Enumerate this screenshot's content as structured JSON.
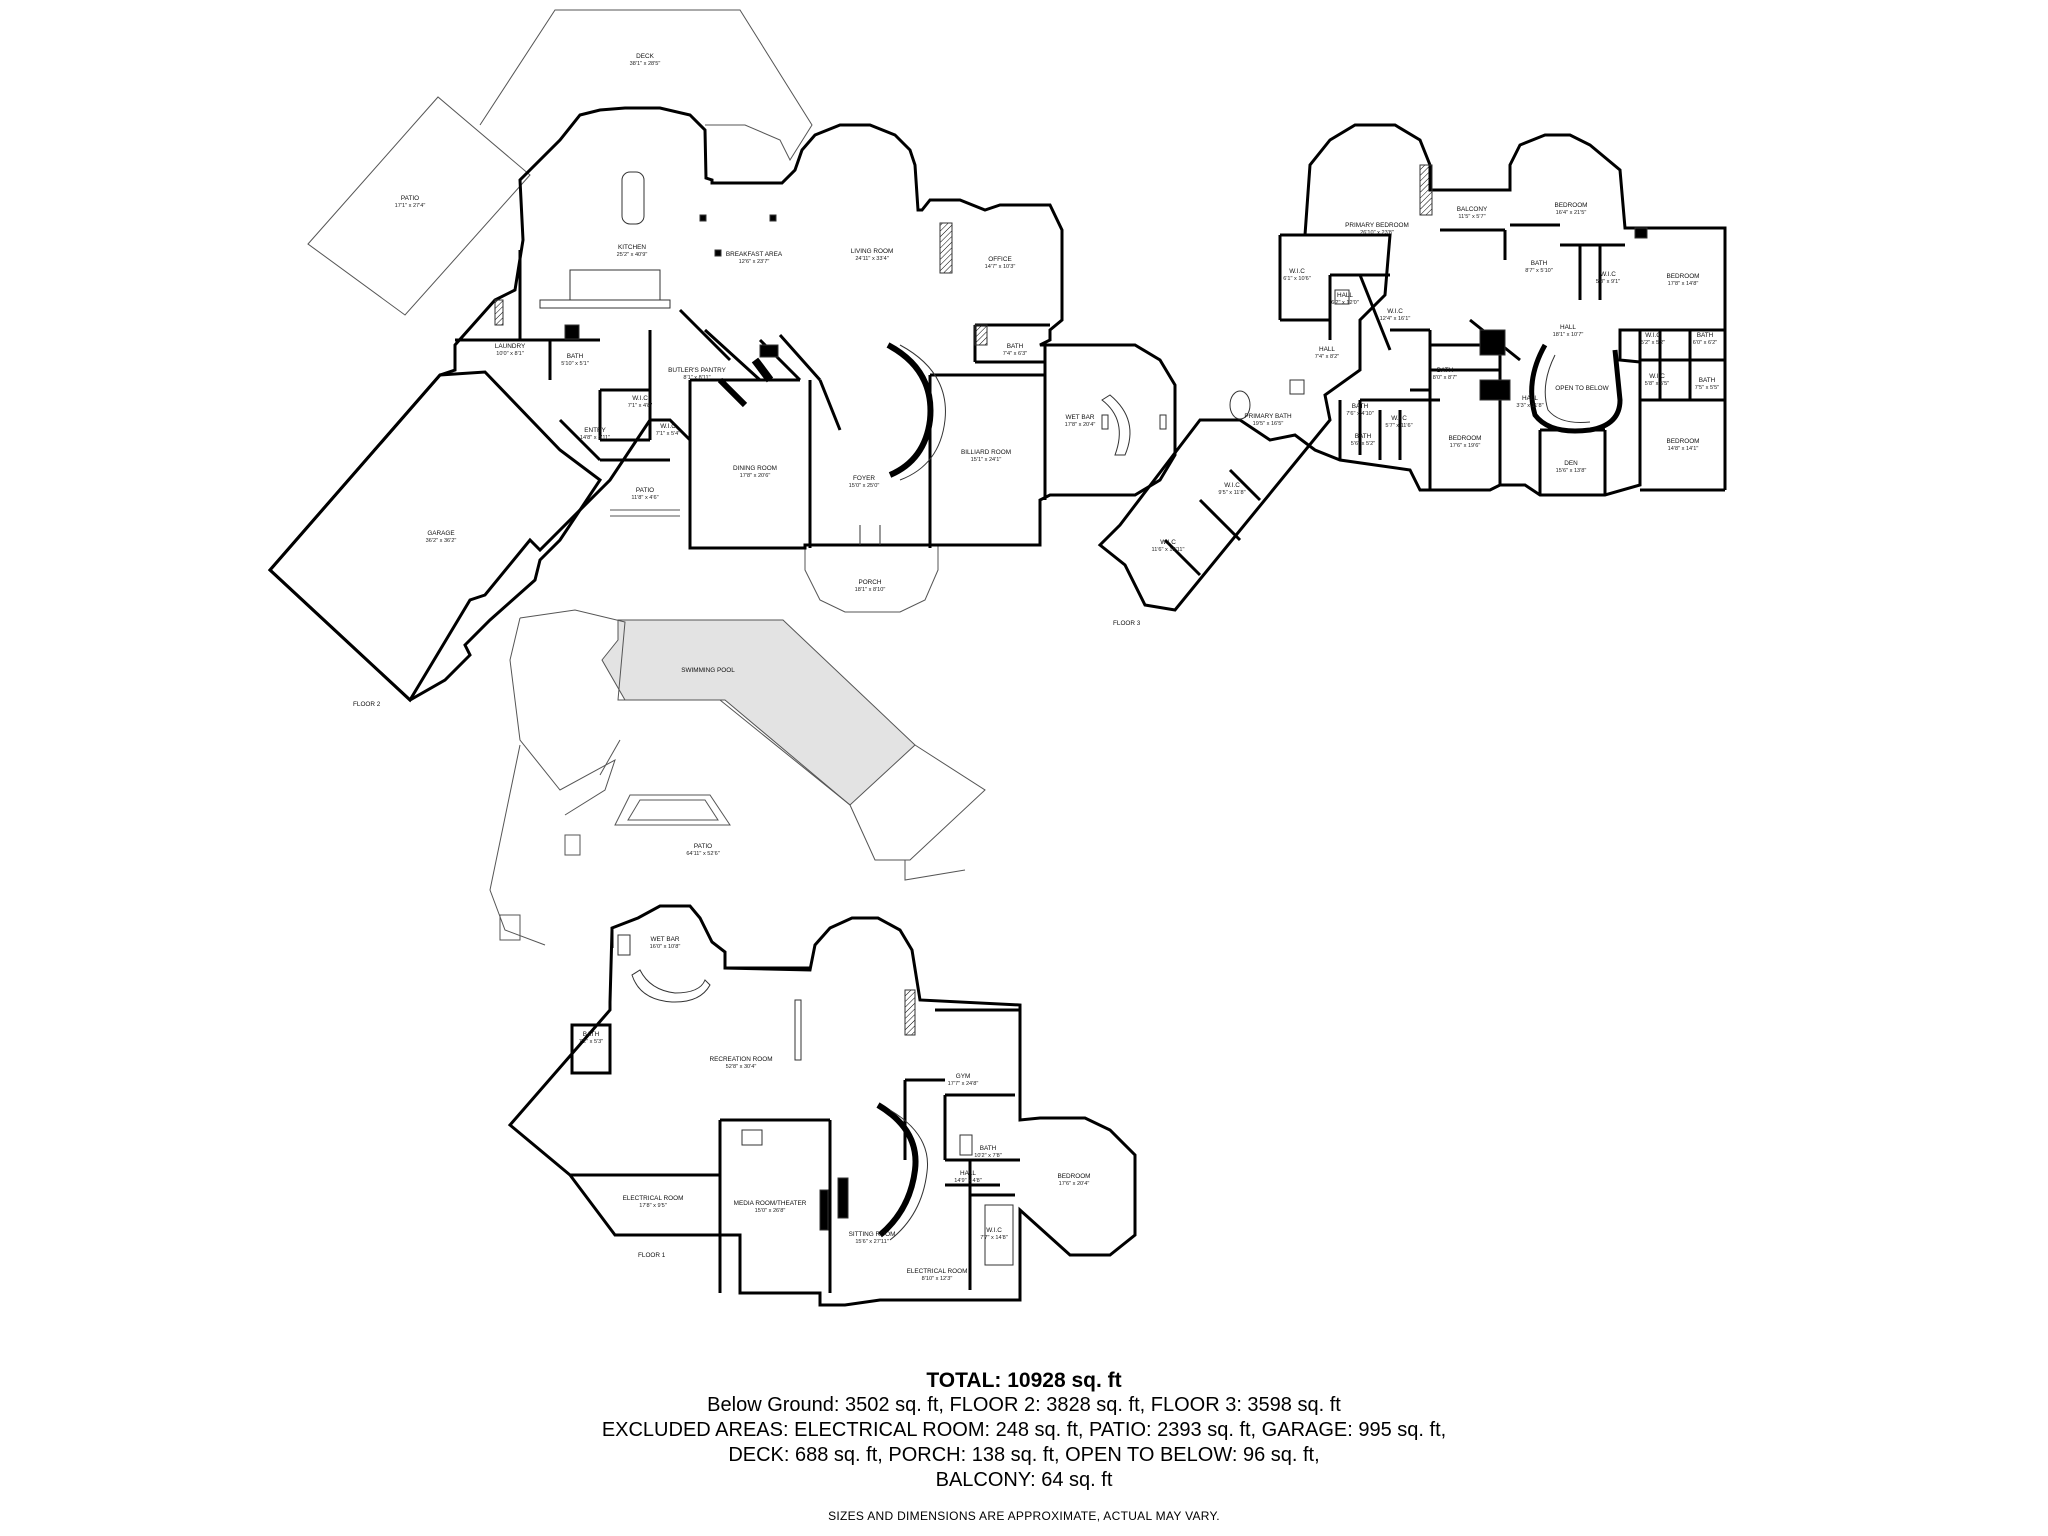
{
  "rooms": [
    {
      "name": "DECK",
      "dims": "38'1\" x 28'5\""
    },
    {
      "name": "PATIO",
      "dims": "17'1\" x 27'4\""
    },
    {
      "name": "KITCHEN",
      "dims": "25'2\" x 40'9\""
    },
    {
      "name": "BREAKFAST AREA",
      "dims": "12'6\" x 23'7\""
    },
    {
      "name": "LIVING ROOM",
      "dims": "24'11\" x 33'4\""
    },
    {
      "name": "OFFICE",
      "dims": "14'7\" x 10'3\""
    },
    {
      "name": "BATH",
      "dims": "7'4\" x 6'3\""
    },
    {
      "name": "WET BAR",
      "dims": "17'8\" x 20'4\""
    },
    {
      "name": "LAUNDRY",
      "dims": "10'0\" x 8'1\""
    },
    {
      "name": "BATH",
      "dims": "5'10\" x 5'1\""
    },
    {
      "name": "BUTLER'S PANTRY",
      "dims": "8'1\" x 8'11\""
    },
    {
      "name": "W.I.C",
      "dims": "7'1\" x 4'8\""
    },
    {
      "name": "W.I.C",
      "dims": "7'1\" x 5'4\""
    },
    {
      "name": "ENTRY",
      "dims": "14'8\" x 8'11\""
    },
    {
      "name": "PATIO",
      "dims": "11'8\" x 4'6\""
    },
    {
      "name": "DINING ROOM",
      "dims": "17'8\" x 20'6\""
    },
    {
      "name": "FOYER",
      "dims": "15'0\" x 25'0\""
    },
    {
      "name": "BILLIARD ROOM",
      "dims": "15'1\" x 24'1\""
    },
    {
      "name": "PORCH",
      "dims": "18'1\" x 8'10\""
    },
    {
      "name": "GARAGE",
      "dims": "36'2\" x 36'2\""
    },
    {
      "name": "PRIMARY BEDROOM",
      "dims": "26'10\" x 23'8\""
    },
    {
      "name": "BALCONY",
      "dims": "11'5\" x 5'7\""
    },
    {
      "name": "BEDROOM",
      "dims": "16'4\" x 21'5\""
    },
    {
      "name": "BATH",
      "dims": "8'7\" x 5'10\""
    },
    {
      "name": "W.I.C",
      "dims": "5'8\" x 9'1\""
    },
    {
      "name": "BEDROOM",
      "dims": "17'8\" x 14'8\""
    },
    {
      "name": "W.I.C",
      "dims": "6'1\" x 10'6\""
    },
    {
      "name": "HALL",
      "dims": "6'2\" x 12'0\""
    },
    {
      "name": "W.I.C",
      "dims": "12'4\" x 16'1\""
    },
    {
      "name": "HALL",
      "dims": "18'1\" x 10'7\""
    },
    {
      "name": "HALL",
      "dims": "7'4\" x 8'2\""
    },
    {
      "name": "W.I.C",
      "dims": "5'2\" x 5'2\""
    },
    {
      "name": "BATH",
      "dims": "6'0\" x 6'2\""
    },
    {
      "name": "W.I.C",
      "dims": "5'8\" x 5'5\""
    },
    {
      "name": "BATH",
      "dims": "7'5\" x 5'5\""
    },
    {
      "name": "BATH",
      "dims": "8'0\" x 8'7\""
    },
    {
      "name": "OPEN TO BELOW",
      "dims": ""
    },
    {
      "name": "PRIMARY BATH",
      "dims": "19'5\" x 16'5\""
    },
    {
      "name": "BATH",
      "dims": "7'6\" x 4'10\""
    },
    {
      "name": "W.I.C",
      "dims": "5'7\" x 11'6\""
    },
    {
      "name": "BATH",
      "dims": "5'6\" x 5'2\""
    },
    {
      "name": "BEDROOM",
      "dims": "17'6\" x 19'6\""
    },
    {
      "name": "HALL",
      "dims": "3'3\" x 11'8\""
    },
    {
      "name": "BEDROOM",
      "dims": "14'8\" x 14'1\""
    },
    {
      "name": "DEN",
      "dims": "15'6\" x 13'8\""
    },
    {
      "name": "W.I.C",
      "dims": "9'5\" x 11'8\""
    },
    {
      "name": "W.I.C",
      "dims": "11'6\" x 18'11\""
    },
    {
      "name": "SWIMMING POOL",
      "dims": ""
    },
    {
      "name": "PATIO",
      "dims": "64'11\" x 52'6\""
    },
    {
      "name": "WET BAR",
      "dims": "16'0\" x 10'8\""
    },
    {
      "name": "BATH",
      "dims": "7'2\" x 5'3\""
    },
    {
      "name": "RECREATION ROOM",
      "dims": "52'8\" x 30'4\""
    },
    {
      "name": "GYM",
      "dims": "17'7\" x 24'8\""
    },
    {
      "name": "BATH",
      "dims": "10'2\" x 7'8\""
    },
    {
      "name": "HALL",
      "dims": "14'9\" x 4'8\""
    },
    {
      "name": "BEDROOM",
      "dims": "17'6\" x 20'4\""
    },
    {
      "name": "ELECTRICAL ROOM",
      "dims": "17'8\" x 9'5\""
    },
    {
      "name": "MEDIA ROOM/THEATER",
      "dims": "15'0\" x 26'8\""
    },
    {
      "name": "SITTING ROOM",
      "dims": "15'6\" x 27'11\""
    },
    {
      "name": "W.I.C",
      "dims": "7'7\" x 14'8\""
    },
    {
      "name": "ELECTRICAL ROOM",
      "dims": "8'10\" x 12'3\""
    }
  ],
  "floor_labels": [
    "FLOOR 2",
    "FLOOR 3",
    "FLOOR 1"
  ],
  "summary": {
    "total": "TOTAL: 10928 sq. ft",
    "line1": "Below Ground: 3502 sq. ft, FLOOR 2: 3828 sq. ft, FLOOR 3: 3598 sq. ft",
    "line2": "EXCLUDED AREAS: ELECTRICAL ROOM: 248 sq. ft, PATIO: 2393 sq. ft, GARAGE: 995 sq. ft,",
    "line3": "DECK: 688 sq. ft, PORCH: 138 sq. ft, OPEN TO BELOW: 96 sq. ft,",
    "line4": "BALCONY: 64 sq. ft"
  },
  "disclaimer": "SIZES AND DIMENSIONS ARE APPROXIMATE, ACTUAL MAY VARY.",
  "colors": {
    "wall": "#000000",
    "thin_line": "#555555",
    "pool_fill": "#e3e3e3",
    "background": "#ffffff"
  }
}
